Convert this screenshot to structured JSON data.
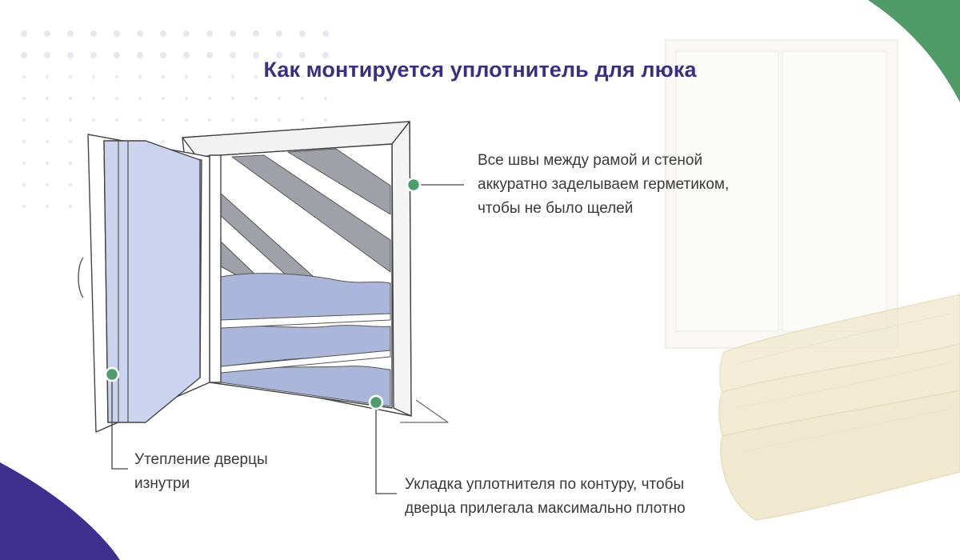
{
  "title": "Как монтируется уплотнитель для люка",
  "callouts": {
    "seams": {
      "lines": [
        "Все швы между рамой и стеной",
        "аккуратно заделываем герметиком,",
        "чтобы не было щелей"
      ]
    },
    "door_insulation": {
      "lines": [
        "Утепление дверцы",
        "изнутри"
      ]
    },
    "seal_contour": {
      "lines": [
        "Укладка уплотнителя по контуру, чтобы",
        "дверца прилегала максимально плотно"
      ]
    }
  },
  "colors": {
    "title": "#3b2f85",
    "marker": "#4f9c6c",
    "corner_purple": "#3f2f8e",
    "corner_green": "#519b69",
    "insulation": "#aab7db",
    "door_panel": "#c9d0ec",
    "wool": "#ede5c5"
  }
}
